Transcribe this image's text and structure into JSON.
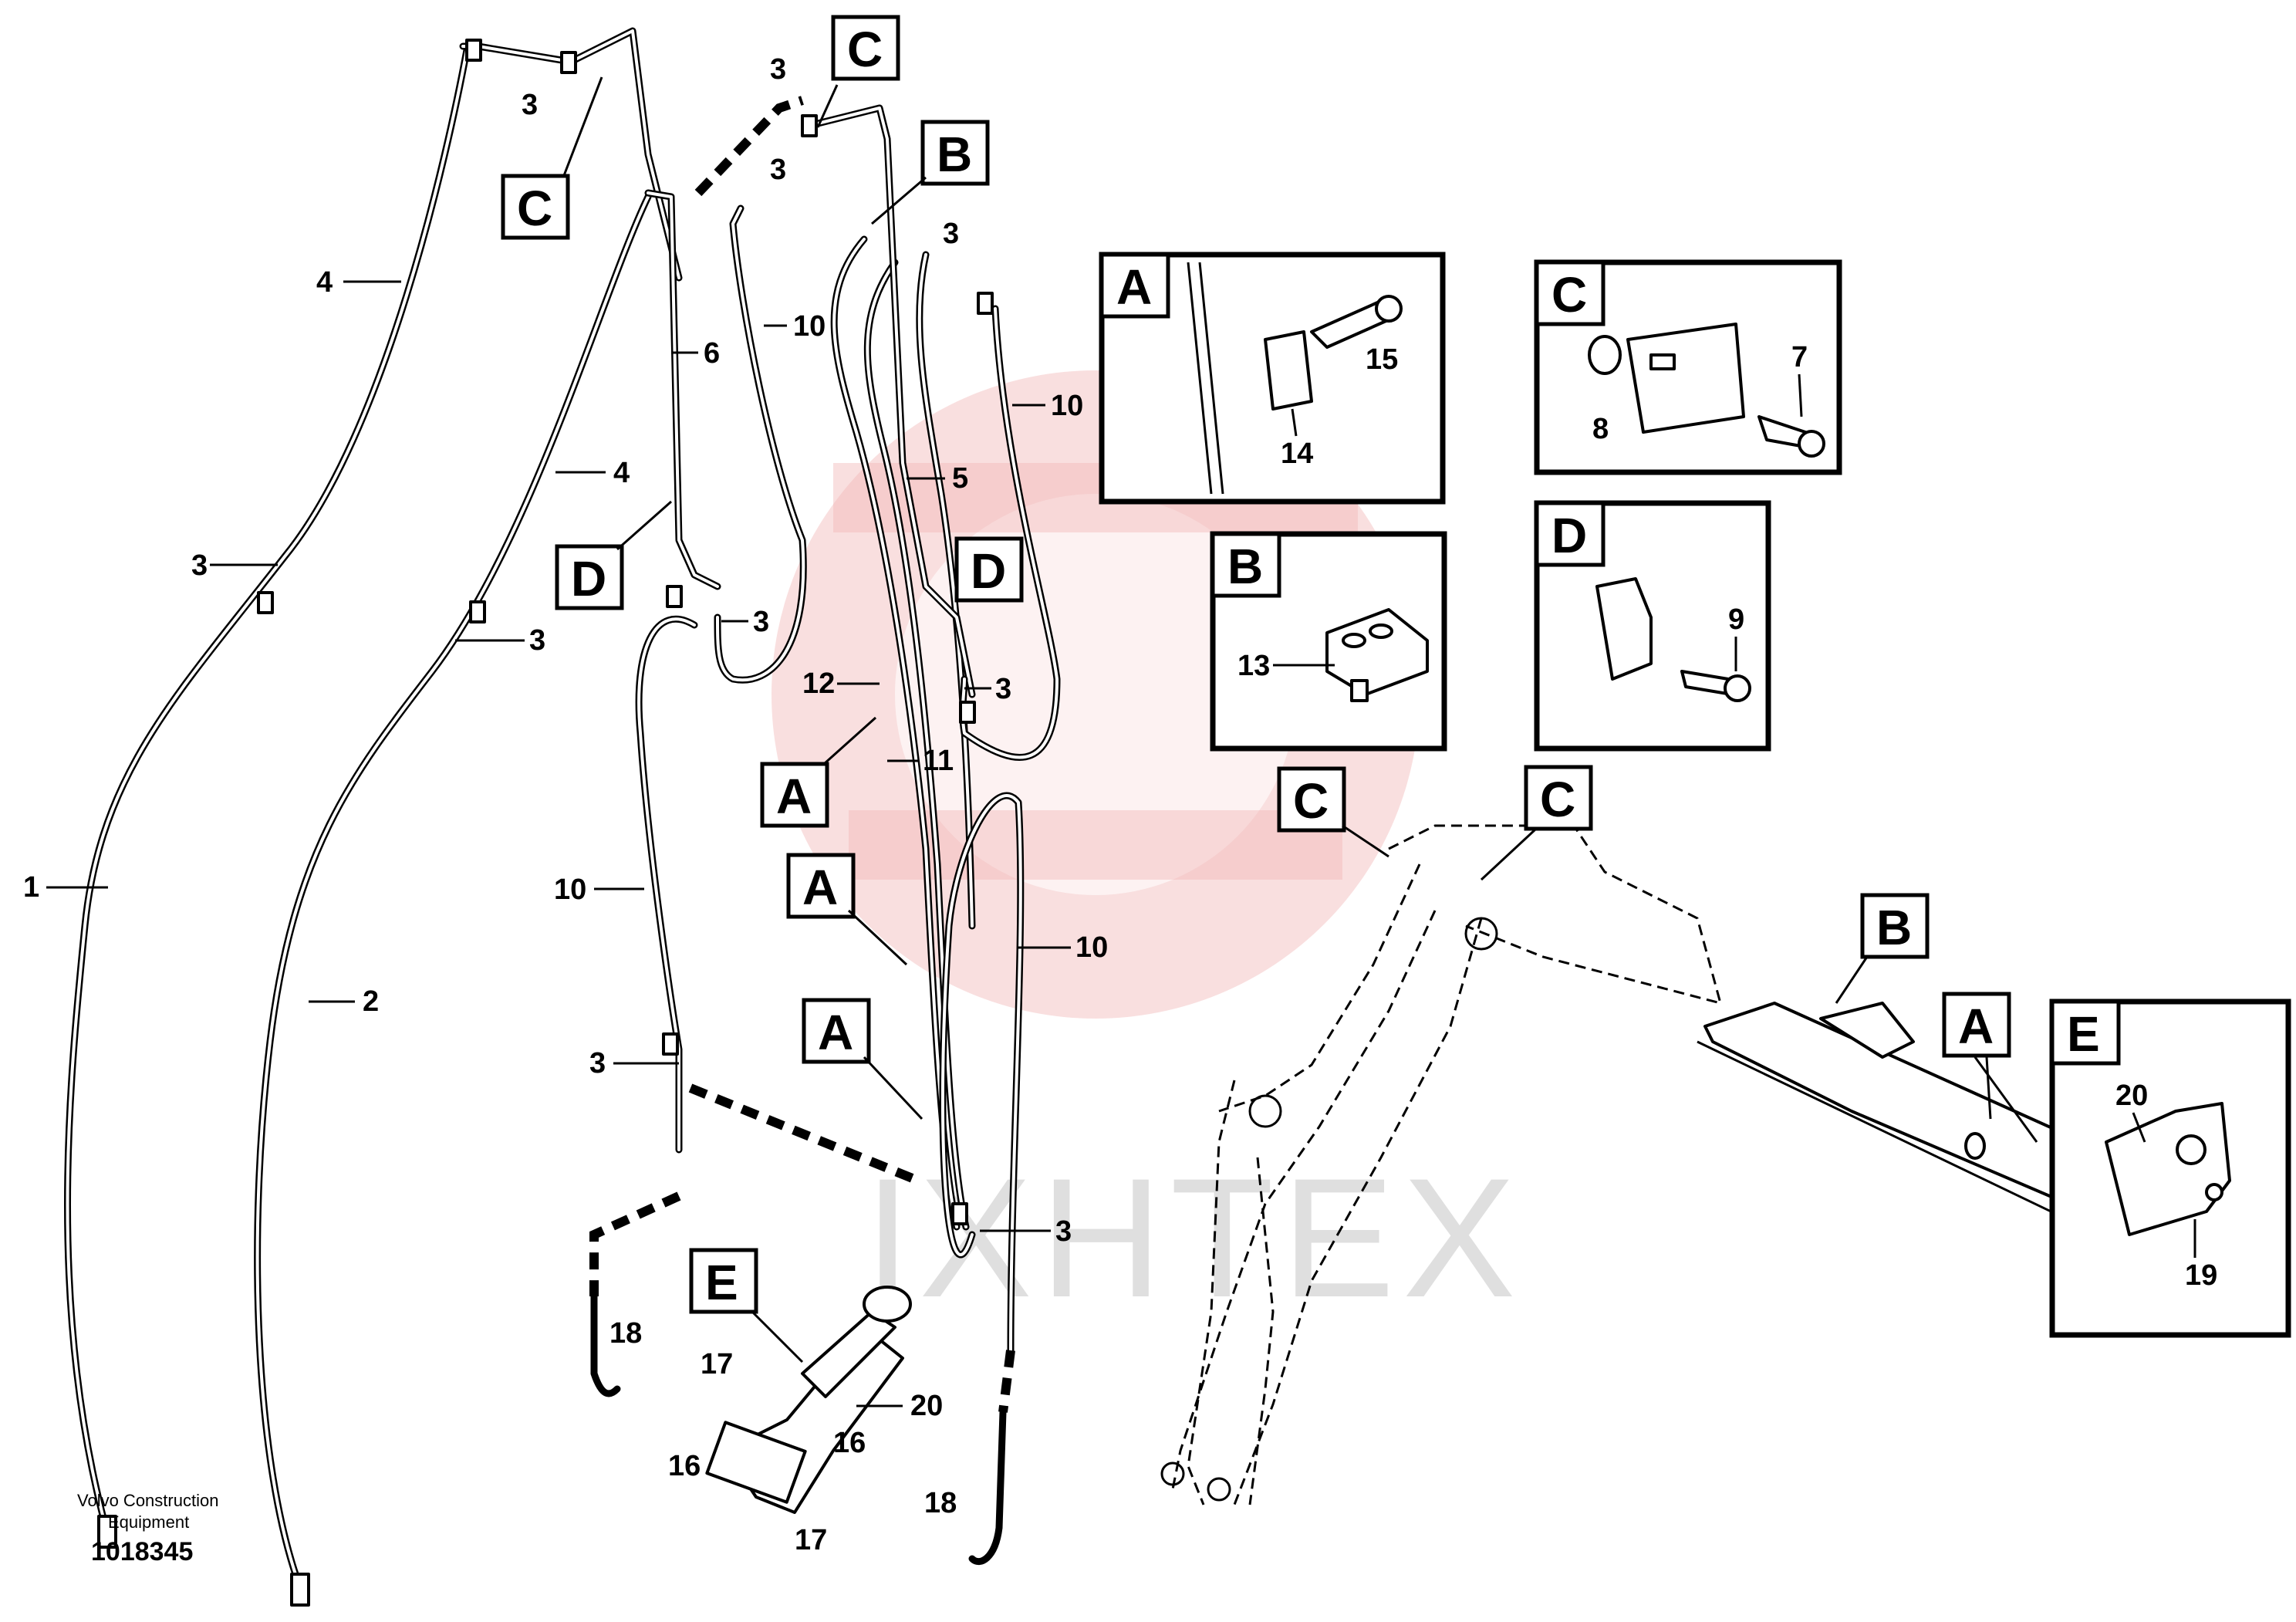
{
  "watermark": {
    "text": "IXHTEX",
    "color": "#f2b8b8"
  },
  "footer": {
    "company_line1": "Volvo Construction",
    "company_line2": "Equipment",
    "drawing_number": "1018345"
  },
  "part_numbers": {
    "p1": "1",
    "p2": "2",
    "p3": "3",
    "p4": "4",
    "p5": "5",
    "p6": "6",
    "p7": "7",
    "p8": "8",
    "p9": "9",
    "p10": "10",
    "p11": "11",
    "p12": "12",
    "p13": "13",
    "p14": "14",
    "p15": "15",
    "p16": "16",
    "p17": "17",
    "p18": "18",
    "p19": "19",
    "p20": "20"
  },
  "detail_labels": {
    "a": "A",
    "b": "B",
    "c": "C",
    "d": "D",
    "e": "E"
  }
}
